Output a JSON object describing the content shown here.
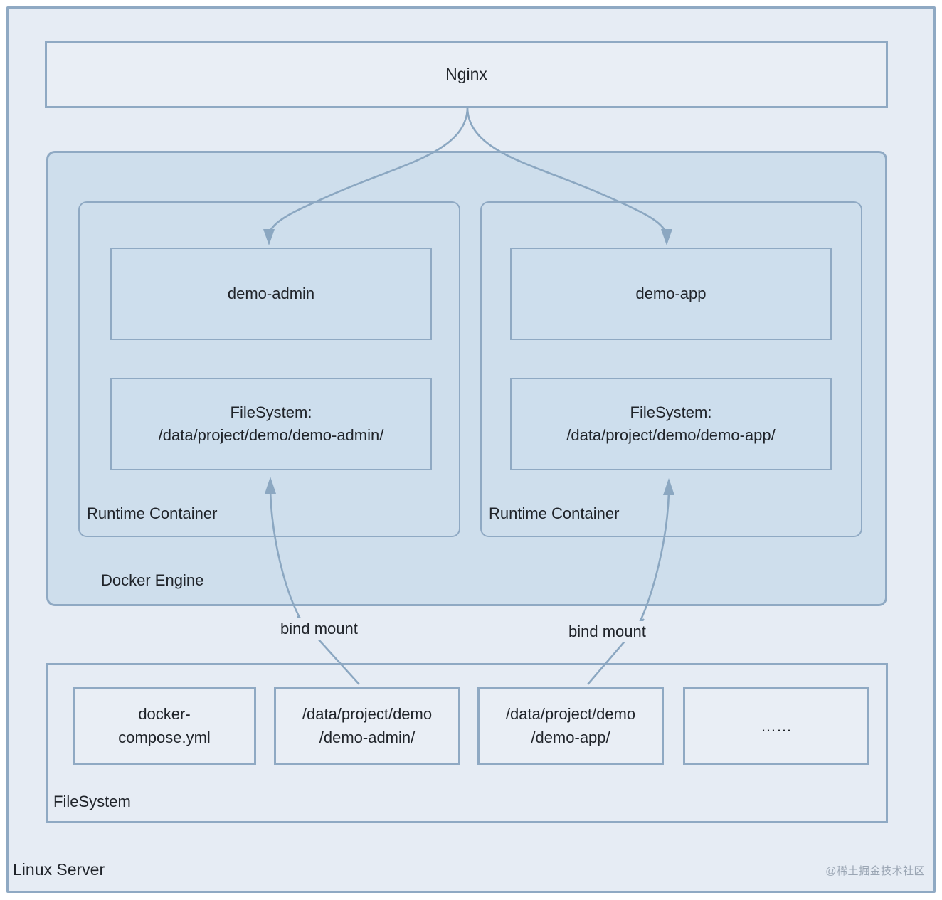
{
  "diagram": {
    "title_label": "Linux Server",
    "watermark": "@稀土掘金技术社区",
    "colors": {
      "page_background": "#e6ecf4",
      "container_fill": "#cedeec",
      "box_fill": "#e9eef5",
      "border": "#8fa9c3",
      "arrow": "#8ba7c1",
      "text": "#20242a",
      "watermark": "#9ba6b4"
    },
    "nginx": {
      "label": "Nginx"
    },
    "docker": {
      "label": "Docker Engine",
      "containers": [
        {
          "label": "Runtime Container",
          "service": "demo-admin",
          "filesystem_title": "FileSystem:",
          "filesystem_path": "/data/project/demo/demo-admin/"
        },
        {
          "label": "Runtime Container",
          "service": "demo-app",
          "filesystem_title": "FileSystem:",
          "filesystem_path": "/data/project/demo/demo-app/"
        }
      ]
    },
    "bind_mounts": [
      {
        "label": "bind mount"
      },
      {
        "label": "bind mount"
      }
    ],
    "host_filesystem": {
      "label": "FileSystem",
      "items": [
        {
          "line1": "docker-",
          "line2": "compose.yml"
        },
        {
          "line1": "/data/project/demo",
          "line2": "/demo-admin/"
        },
        {
          "line1": "/data/project/demo",
          "line2": "/demo-app/"
        },
        {
          "line1": "……",
          "line2": ""
        }
      ]
    }
  }
}
